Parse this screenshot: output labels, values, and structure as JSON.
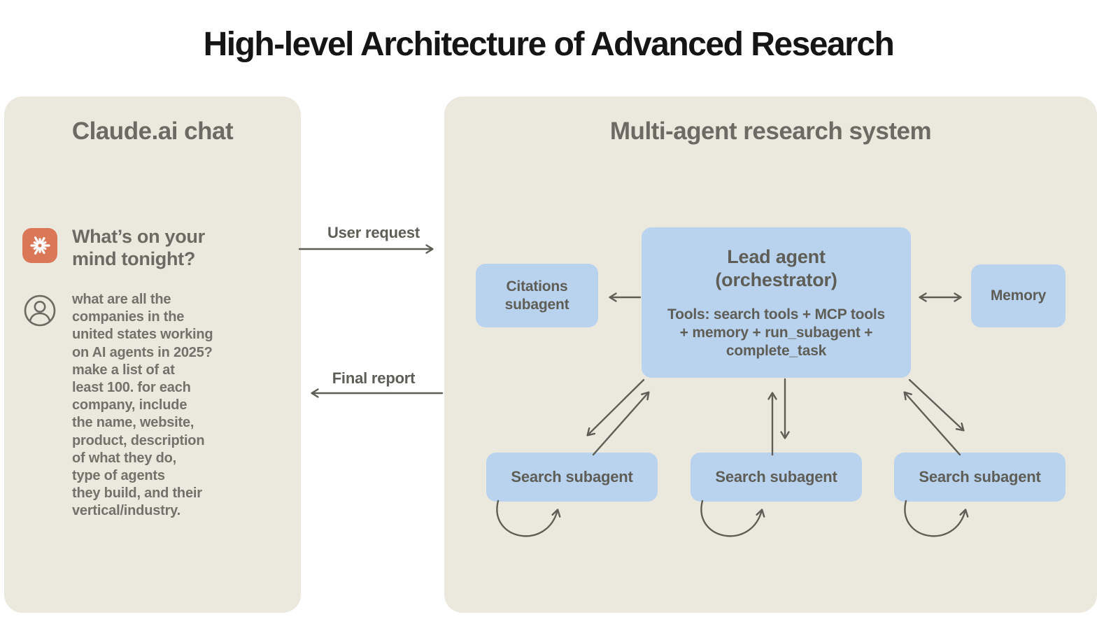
{
  "title": "High-level Architecture of Advanced Research",
  "colors": {
    "panel_background": "#ebe9de",
    "agent_box_blue": "#b9d3ef",
    "heading_gray": "#6c6b63",
    "body_text_gray": "#73726a",
    "arrow_gray": "#5f5e56",
    "claude_orange": "#d97757",
    "title_black": "#151515"
  },
  "left_panel": {
    "title": "Claude.ai chat",
    "icons": {
      "claude": "claude-starburst-icon",
      "user": "user-avatar-icon"
    },
    "prompt_heading": "What’s on your\nmind tonight?",
    "user_query": "what are all the\ncompanies in the\nunited states working\non AI agents in 2025?\nmake a list of at\nleast 100. for each\ncompany, include\nthe name, website,\nproduct, description\nof what they do,\ntype of agents\nthey build, and their\nvertical/industry."
  },
  "connectors": {
    "user_request": "User request",
    "final_report": "Final report"
  },
  "right_panel": {
    "title": "Multi-agent research system",
    "lead_agent": {
      "name": "Lead agent\n(orchestrator)",
      "tools": "Tools: search tools + MCP tools\n+ memory + run_subagent +\ncomplete_task"
    },
    "citations_subagent": "Citations\nsubagent",
    "memory": "Memory",
    "search_subagents": [
      "Search subagent",
      "Search subagent",
      "Search subagent"
    ]
  }
}
